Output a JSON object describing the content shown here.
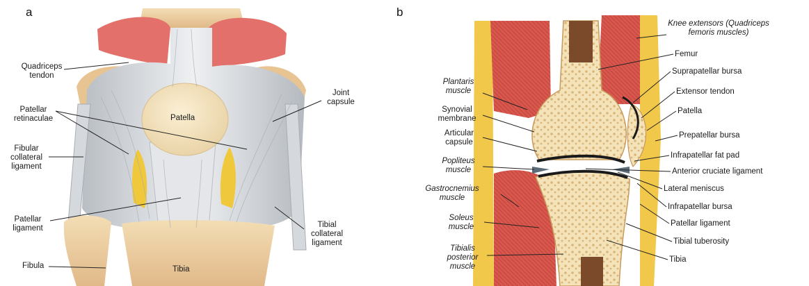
{
  "panel_a": {
    "letter": "a",
    "labels": {
      "quadriceps_tendon": "Quadriceps tendon",
      "patellar_retinaculae": "Patellar retinaculae",
      "fibular_collateral_ligament": "Fibular collateral ligament",
      "patellar_ligament": "Patellar ligament",
      "fibula": "Fibula",
      "patella": "Patella",
      "tibia": "Tibia",
      "joint_capsule": "Joint capsule",
      "tibial_collateral_ligament": "Tibial collateral ligament"
    }
  },
  "panel_b": {
    "letter": "b",
    "labels": {
      "plantaris_muscle": "Plantaris muscle",
      "synovial_membrane": "Synovial membrane",
      "articular_capsule": "Articular capsule",
      "popliteus_muscle": "Popliteus muscle",
      "gastrocnemius_muscle": "Gastrocnemius muscle",
      "soleus_muscle": "Soleus muscle",
      "tibialis_posterior_muscle": "Tibialis posterior muscle",
      "knee_extensors": "Knee extensors (Quadriceps femoris muscles)",
      "femur": "Femur",
      "suprapatellar_bursa": "Suprapatellar bursa",
      "extensor_tendon": "Extensor tendon",
      "patella": "Patella",
      "prepatellar_bursa": "Prepatellar bursa",
      "infrapatellar_fat_pad": "Infrapatellar fat pad",
      "anterior_cruciate_ligament": "Anterior cruciate ligament",
      "lateral_meniscus": "Lateral meniscus",
      "infrapatellar_bursa": "Infrapatellar bursa",
      "patellar_ligament": "Patellar ligament",
      "tibial_tuberosity": "Tibial tuberosity",
      "tibia": "Tibia"
    }
  }
}
